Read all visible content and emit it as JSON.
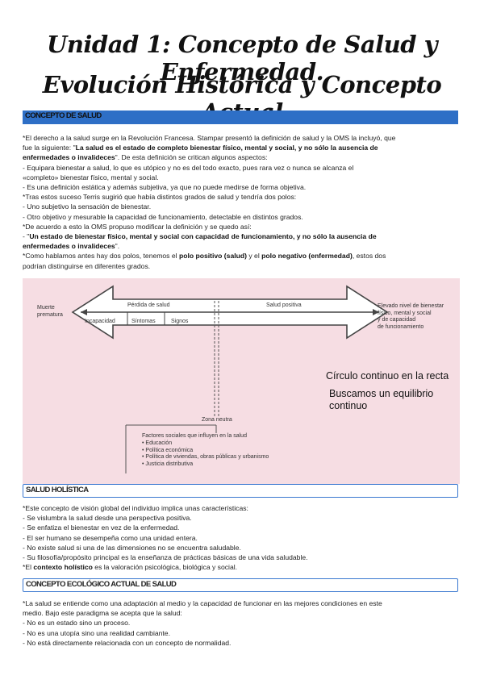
{
  "title": {
    "line1": "Unidad 1: Concepto de Salud y Enfermedad.",
    "line2": "Evolución Histórica y Concepto Actual"
  },
  "sections": {
    "s1": "CONCEPTO DE SALUD",
    "s2": "SALUD HOLÍSTICA",
    "s3": "CONCEPTO ECOLÓGICO ACTUAL DE SALUD"
  },
  "concepto": {
    "p1a": "*El derecho a la salud surge en la Revolución Francesa. Stampar presentó la definición de salud y la OMS la incluyó, que",
    "p1b_pre": "fue la siguiente:  \"",
    "p1b_bold": "La salud es el estado de completo bienestar físico, mental y social, y no sólo la ausencia de",
    "p1c_bold": "enfermedades o invalideces",
    "p1c_post": "\". De esta definición se critican algunos aspectos:",
    "d1": " - Equipara bienestar a  salud, lo que es utópico y no es del todo exacto, pues rara vez o nunca    se alcanza el",
    "d1b": "   «completo» bienestar físico, mental y social.",
    "d2": " - Es una definición estática y además subjetiva, ya que no puede medirse de forma objetiva.",
    "p2": "*Tras estos suceso Terris sugirió que había distintos grados de salud y tendría dos polos:",
    "d3": " - Uno   subjetivo la sensación de bienestar.",
    "d4": " - Otro  objetivo y mesurable la capacidad de funcionamiento, detectable en distintos grados.",
    "p3": "*De acuerdo a esto la OMS propuso modificar la definición y se quedo así:",
    "q_pre": " - \"",
    "q_bold": "Un estado de bienestar físico, mental y social con capacidad de funcionamiento, y no sólo la ausencia de",
    "q2_bold": "   enfermedades o invalideces",
    "q2_post": "\".",
    "p4_pre": "*Como hablamos antes hay dos polos, tenemos el ",
    "p4_b1": "polo positivo (salud)",
    "p4_mid": " y el ",
    "p4_b2": "polo negativo (enfermedad)",
    "p4_post": ", estos dos",
    "p4b": "podrían distinguirse en diferentes grados."
  },
  "diagram": {
    "muerte": "Muerte\nprematura",
    "perdida": "Pérdida de salud",
    "incapacidad": "Incapacidad",
    "sintomas": "Síntomas",
    "signos": "Signos",
    "salud_positiva": "Salud positiva",
    "elevado": "Elevado nivel de bienestar\nfísico, mental y social\ny de capacidad\nde funcionamiento",
    "zona": "Zona neutra",
    "factores_title": "Factores sociales que influyen en la salud",
    "factores": [
      "Educación",
      "Política económica",
      "Política de viviendas, obras públicas y urbanismo",
      "Justicia distributiva"
    ],
    "hand1": "Círculo continuo en la recta",
    "hand2": "Buscamos un equilibrio",
    "hand3": "continuo"
  },
  "holistica": {
    "p1": "*Este concepto de visión global del individuo       implica unas características:",
    "items": [
      " - Se vislumbra la salud desde una perspectiva positiva.",
      " - Se enfatiza el bienestar en vez de la enfermedad.",
      " - El ser humano se desempeña como una unidad entera.",
      " - No existe salud si una de las dimensiones no se encuentra saludable.",
      " - Su filosofía/propósito principal es la enseñanza de prácticas básicas de una vida saludable."
    ],
    "p2_pre": "*El ",
    "p2_bold": "contexto holístico",
    "p2_post": " es la valoración psicológica, biológica y social."
  },
  "ecologico": {
    "p1": "*La salud se entiende como una adaptación al medio y la capacidad de funcionar en las mejores condiciones en este",
    "p2": "medio. Bajo este paradigma se acepta que la salud:",
    "items": [
      " - No es un estado sino un proceso.",
      " - No es una utopía sino una realidad cambiante.",
      " - No está directamente relacionada con un concepto de normalidad."
    ]
  },
  "colors": {
    "accent_blue": "#2e6fc6",
    "diagram_bg": "#f6dde3"
  }
}
